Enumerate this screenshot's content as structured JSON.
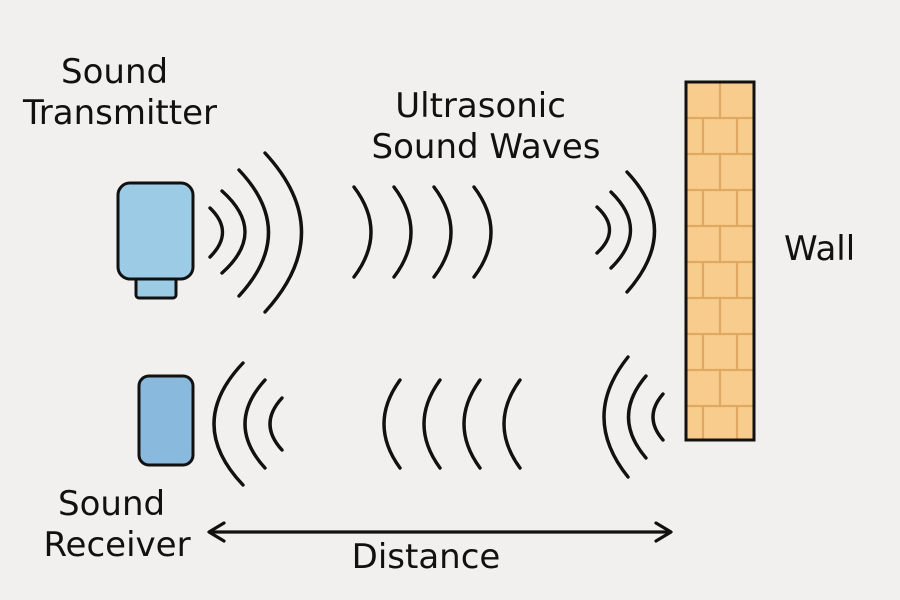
{
  "labels": {
    "transmitter": [
      "Sound",
      "Transmitter"
    ],
    "waves": [
      "Ultrasonic",
      "Sound Waves"
    ],
    "wall": "Wall",
    "receiver": [
      "Sound",
      "Receiver"
    ],
    "distance": "Distance"
  },
  "colors": {
    "background": "#f1f0ee",
    "transmitter": "#9ccbe6",
    "receiver": "#89b9dd",
    "brick": "#f7cc8d",
    "mortar": "#e0a860",
    "ink": "#111111"
  },
  "icons": {
    "transmitter": "transmitter-icon",
    "receiver": "receiver-icon",
    "wall": "brick-wall-icon",
    "arrow": "double-arrow-icon"
  }
}
